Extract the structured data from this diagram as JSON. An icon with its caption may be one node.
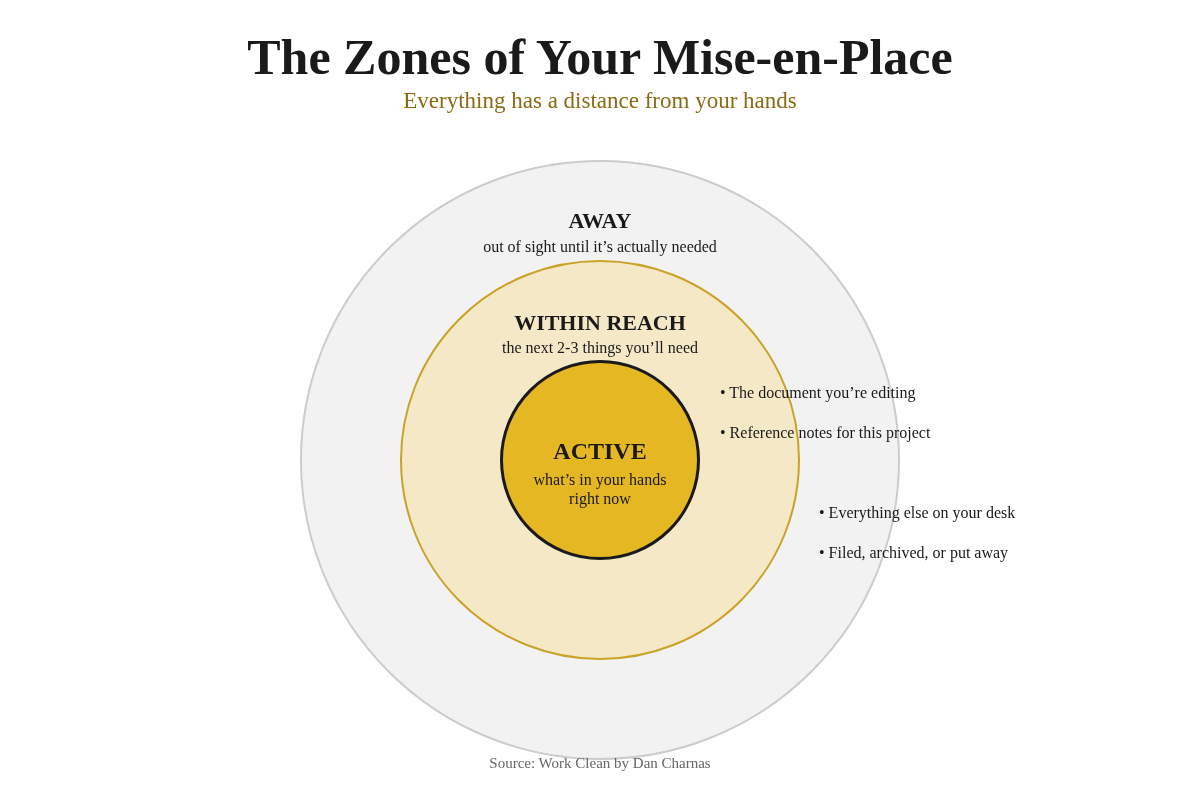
{
  "diagram": {
    "title": "The Zones of Your Mise-en-Place",
    "caption": "Source: Work Clean by Dan Charnas",
    "nodes": [
      {
        "text": [
          "AWAY",
          "out of sight until it’s actually needed"
        ]
      },
      {
        "text": [
          "WITHIN REACH",
          "the next 2-3 things you’ll need"
        ],
        "in": 0
      },
      {
        "text": [
          "ACTIVE",
          "what’s in your hands right now"
        ],
        "in": 1
      }
    ],
    "labels": [
      "Everything has a distance from your hands",
      "• The document you’re editing",
      "• Reference notes for this project",
      "• Everything else on your desk",
      "• Filed, archived, or put away"
    ]
  }
}
